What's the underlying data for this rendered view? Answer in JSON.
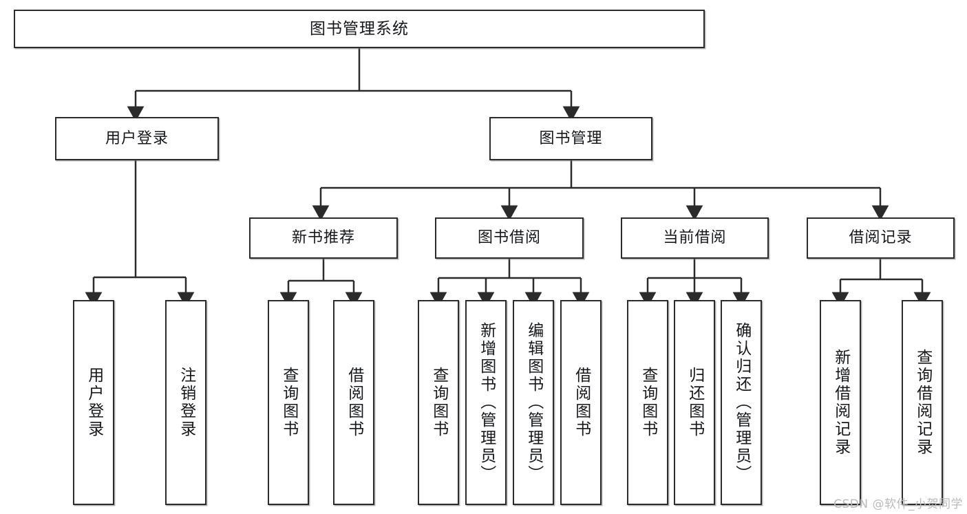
{
  "diagram": {
    "type": "tree",
    "title": "图书管理系统",
    "root": {
      "label": "图书管理系统"
    },
    "level2": [
      {
        "label": "用户登录"
      },
      {
        "label": "图书管理"
      }
    ],
    "level3": [
      {
        "label": "新书推荐"
      },
      {
        "label": "图书借阅"
      },
      {
        "label": "当前借阅"
      },
      {
        "label": "借阅记录"
      }
    ],
    "leaves": {
      "user_login": [
        {
          "label": "用户登录"
        },
        {
          "label": "注销登录"
        }
      ],
      "new_book_recommend": [
        {
          "label": "查询图书"
        },
        {
          "label": "借阅图书"
        }
      ],
      "book_borrow": [
        {
          "label": "查询图书"
        },
        {
          "label": "新增图书（管理员）"
        },
        {
          "label": "编辑图书（管理员）"
        },
        {
          "label": "借阅图书"
        }
      ],
      "current_borrow": [
        {
          "label": "查询图书"
        },
        {
          "label": "归还图书"
        },
        {
          "label": "确认归还（管理员）"
        }
      ],
      "borrow_record": [
        {
          "label": "新增借阅记录"
        },
        {
          "label": "查询借阅记录"
        }
      ]
    }
  },
  "watermark": {
    "text": "CSDN @软件_小贺同学"
  },
  "colors": {
    "border": "#2b2b2b",
    "text": "#15171a",
    "background": "#ffffff",
    "watermark": "#b9b9b9"
  }
}
